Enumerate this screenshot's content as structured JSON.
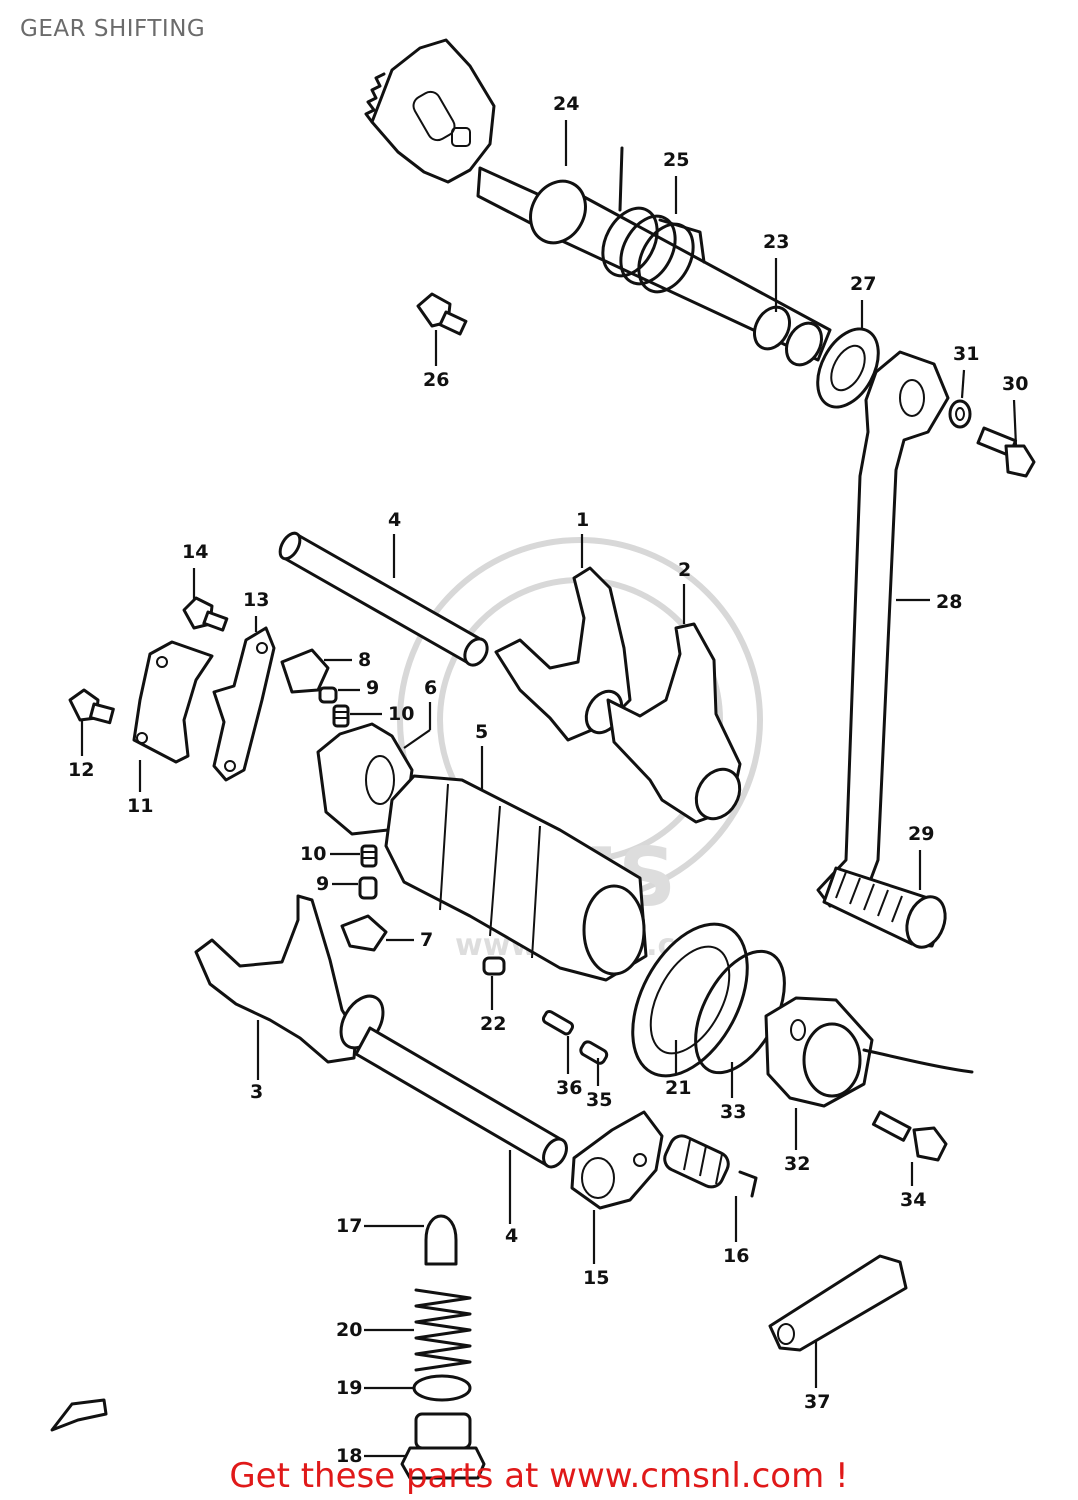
{
  "title": "GEAR SHIFTING",
  "footer": {
    "text": "Get these parts at www.cmsnl.com !"
  },
  "watermark": {
    "text": "CMS",
    "subtext": "www.cmsnl.com"
  },
  "colors": {
    "footer": "#e01919",
    "title": "#6b6b6b",
    "ink": "#111111"
  },
  "callouts": {
    "c1": "1",
    "c2": "2",
    "c3": "3",
    "c4a": "4",
    "c4b": "4",
    "c5": "5",
    "c6": "6",
    "c7": "7",
    "c8": "8",
    "c9a": "9",
    "c9b": "9",
    "c10a": "10",
    "c10b": "10",
    "c11": "11",
    "c12": "12",
    "c13": "13",
    "c14": "14",
    "c15": "15",
    "c16": "16",
    "c17": "17",
    "c18": "18",
    "c19": "19",
    "c20": "20",
    "c21": "21",
    "c22": "22",
    "c23": "23",
    "c24": "24",
    "c25": "25",
    "c26": "26",
    "c27": "27",
    "c28": "28",
    "c29": "29",
    "c30": "30",
    "c31": "31",
    "c32": "32",
    "c33": "33",
    "c34": "34",
    "c35": "35",
    "c36": "36",
    "c37": "37"
  }
}
